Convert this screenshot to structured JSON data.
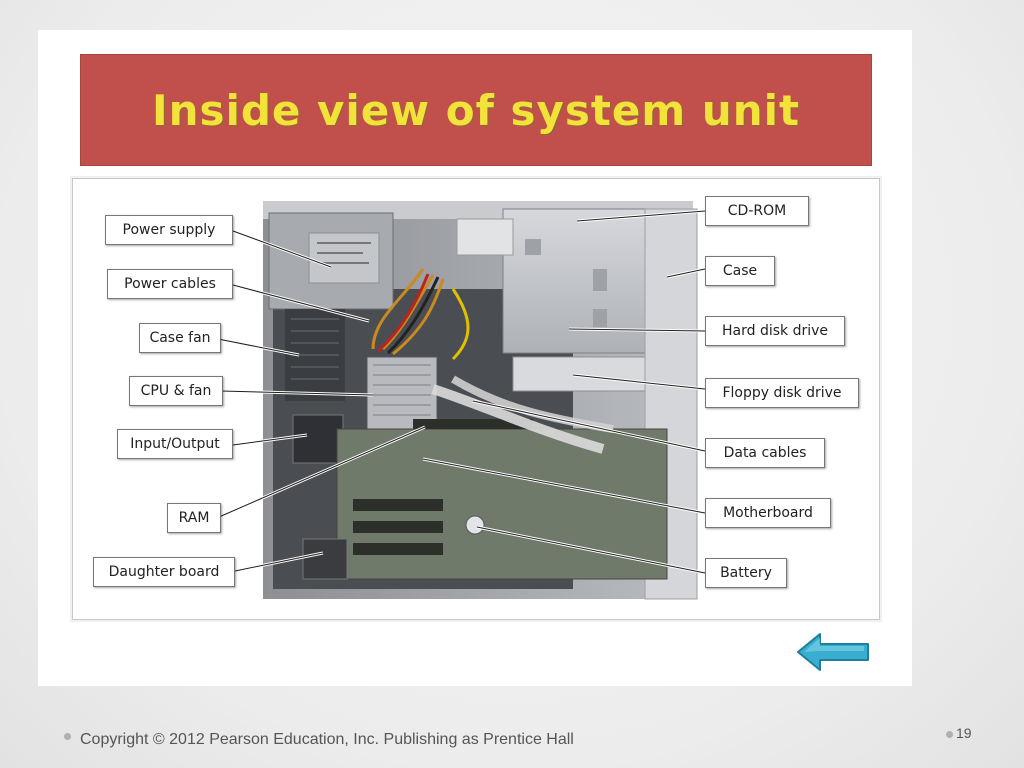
{
  "slide": {
    "title": "Inside view of system unit",
    "labels": {
      "power_supply": "Power supply",
      "power_cables": "Power cables",
      "case_fan": "Case fan",
      "cpu_fan": "CPU & fan",
      "input_output": "Input/Output",
      "ram": "RAM",
      "daughter_board": "Daughter board",
      "cd_rom": "CD-ROM",
      "case": "Case",
      "hard_disk_drive": "Hard disk drive",
      "floppy_disk_drive": "Floppy disk drive",
      "data_cables": "Data cables",
      "motherboard": "Motherboard",
      "battery": "Battery"
    }
  },
  "footer": {
    "copyright": "Copyright © 2012 Pearson Education, Inc. Publishing as Prentice Hall",
    "page_number": "19"
  },
  "colors": {
    "title_bar": "#c1504d",
    "title_text": "#f2e23a",
    "back_arrow": "#3aaed0"
  },
  "icons": {
    "back_arrow": "left-arrow-icon"
  }
}
